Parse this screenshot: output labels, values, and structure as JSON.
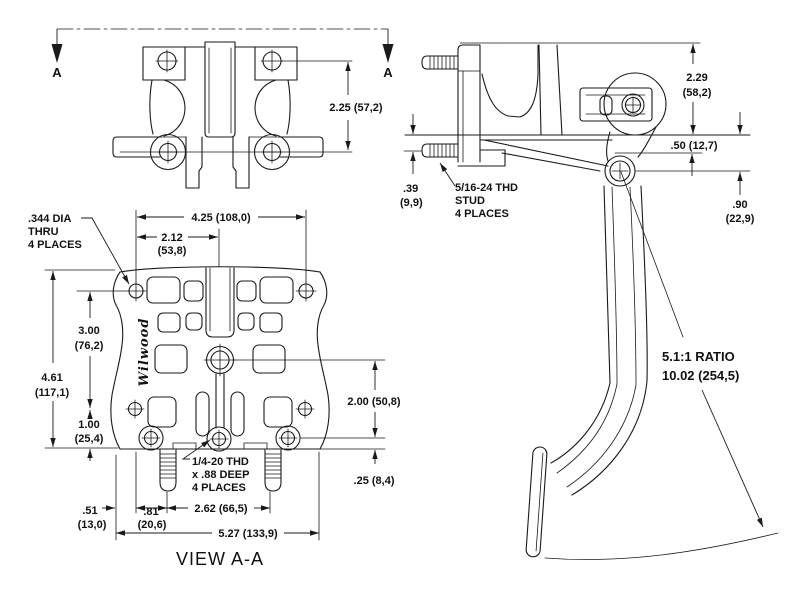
{
  "colors": {
    "line": "#1a1a1a",
    "background": "#ffffff",
    "text": "#111111"
  },
  "section": {
    "left_label": "A",
    "right_label": "A"
  },
  "top_view": {
    "height_dim": "2.25 (57,2)"
  },
  "side_view": {
    "pivot_height_in": "2.29",
    "pivot_height_mm": "(58,2)",
    "flange_dim": ".50 (12,7)",
    "pivot_offset_in": ".90",
    "pivot_offset_mm": "(22,9)",
    "stud_len_in": ".39",
    "stud_len_mm": "(9,9)",
    "stud_note_line1": "5/16-24 THD",
    "stud_note_line2": "STUD",
    "stud_note_line3": "4 PLACES",
    "ratio_line1": "5.1:1 RATIO",
    "ratio_line2": "10.02 (254,5)"
  },
  "plate_view": {
    "label": "VIEW A-A",
    "logo": "Wilwood",
    "hole_note_line1": ".344 DIA",
    "hole_note_line2": "THRU",
    "hole_note_line3": "4 PLACES",
    "width_outer": "4.25 (108,0)",
    "width_center_in": "2.12",
    "width_center_mm": "(53,8)",
    "hole_span_in": "3.00",
    "hole_span_mm": "(76,2)",
    "height_overall_in": "4.61",
    "height_overall_mm": "(117,1)",
    "bottom_offset_in": "1.00",
    "bottom_offset_mm": "(25,4)",
    "pivot_drop": "2.00 (50,8)",
    "thd_note_line1": "1/4-20 THD",
    "thd_note_line2": "x .88 DEEP",
    "thd_note_line3": "4 PLACES",
    "edge_offset": ".25 (8,4)",
    "left_edge_in": ".51",
    "left_edge_mm": "(13,0)",
    "stud_offset_in": ".81",
    "stud_offset_mm": "(20,6)",
    "stud_span": "2.62 (66,5)",
    "width_total": "5.27 (133,9)"
  }
}
